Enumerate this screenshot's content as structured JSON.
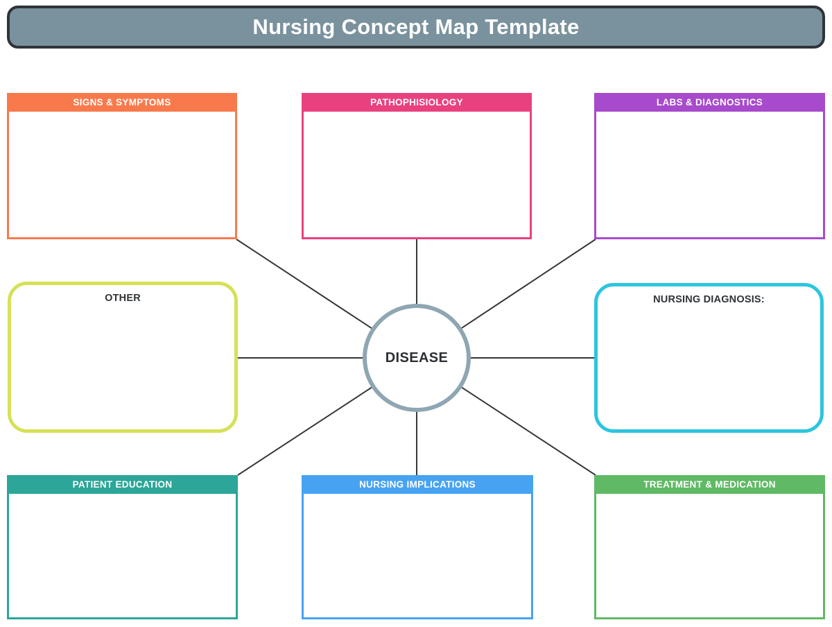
{
  "title": "Nursing Concept Map Template",
  "center": {
    "label": "DISEASE"
  },
  "boxes": {
    "signs_symptoms": {
      "label": "SIGNS & SYMPTOMS",
      "color": "#f87a4c"
    },
    "pathophisiology": {
      "label": "PATHOPHISIOLOGY",
      "color": "#e9417f"
    },
    "labs_diagnostics": {
      "label": "LABS & DIAGNOSTICS",
      "color": "#a74acb"
    },
    "other": {
      "label": "OTHER",
      "color": "#d6e156"
    },
    "nursing_diagnosis": {
      "label": "NURSING DIAGNOSIS:",
      "color": "#2bc5de"
    },
    "patient_education": {
      "label": "PATIENT EDUCATION",
      "color": "#2ba698"
    },
    "nursing_implications": {
      "label": "NURSING IMPLICATIONS",
      "color": "#47a3f1"
    },
    "treatment_medication": {
      "label": "TREATMENT & MEDICATION",
      "color": "#60b965"
    }
  },
  "colors": {
    "title_bar_bg": "#7a929e",
    "title_bar_border": "#2e3439",
    "connector": "#33383b",
    "circle_border": "#8fa6b3",
    "header_text": "#ffffff",
    "label_text": "#2f3337"
  }
}
